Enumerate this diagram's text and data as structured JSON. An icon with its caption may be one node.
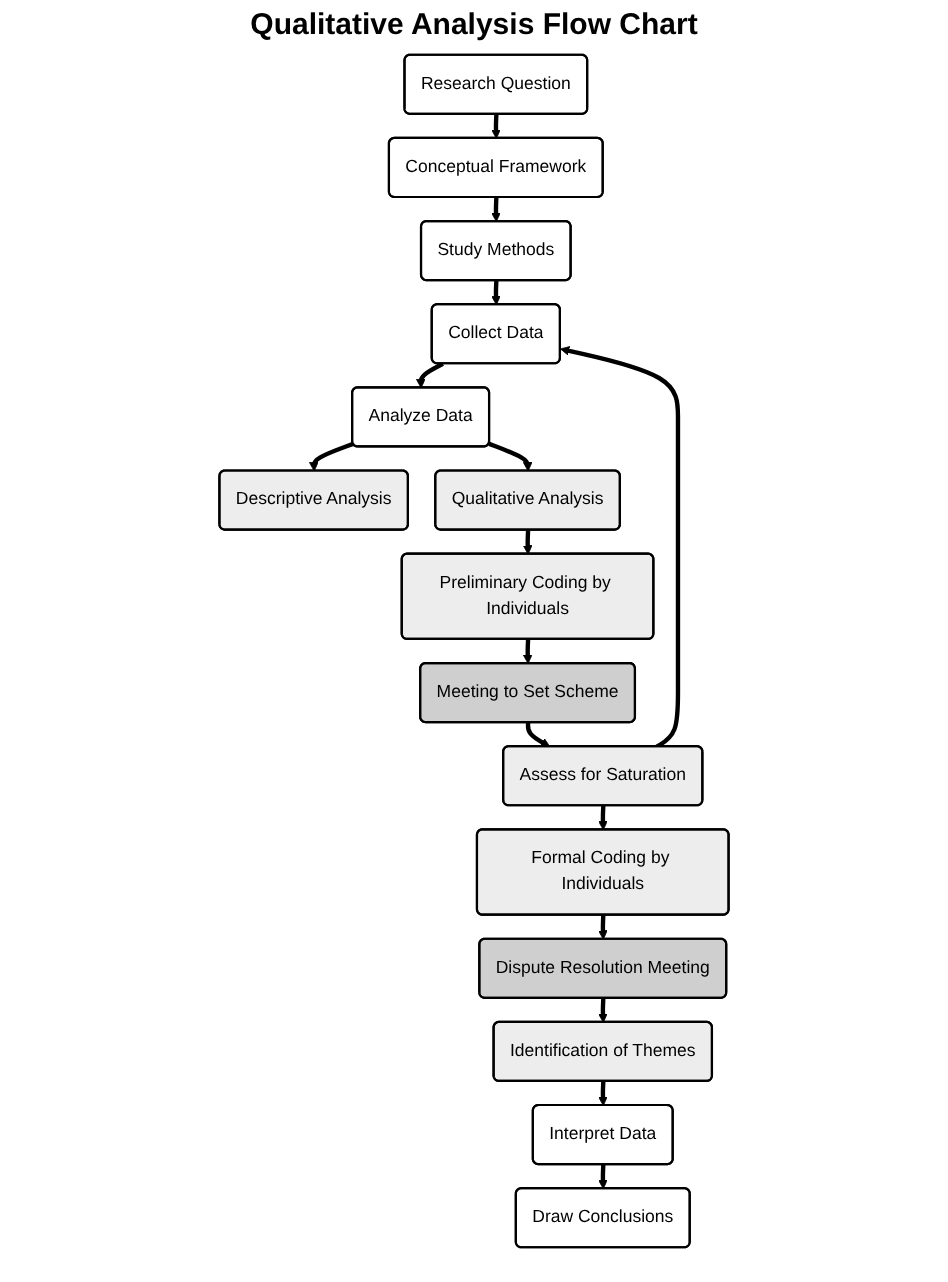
{
  "diagram": {
    "title": "Qualitative Analysis Flow Chart",
    "nodes": [
      {
        "text": [
          "Research Question"
        ]
      },
      {
        "text": [
          "Conceptual Framework"
        ]
      },
      {
        "text": [
          "Study Methods"
        ]
      },
      {
        "text": [
          "Collect Data"
        ]
      },
      {
        "text": [
          "Descriptive Analysis"
        ]
      },
      {
        "text": [
          "Analyze Data"
        ]
      },
      {
        "text": [
          "Qualitative Analysis"
        ]
      },
      {
        "text": [
          "Preliminary Coding by Individuals"
        ]
      },
      {
        "text": [
          "Meeting to Set Scheme"
        ]
      },
      {
        "text": [
          "Assess for Saturation"
        ]
      },
      {
        "text": [
          "Formal Coding by Individuals"
        ]
      },
      {
        "text": [
          "Dispute Resolution Meeting"
        ]
      },
      {
        "text": [
          "Identification of Themes"
        ]
      },
      {
        "text": [
          "Interpret Data"
        ]
      },
      {
        "text": [
          "Draw Conclusions"
        ]
      }
    ],
    "edges": [
      {
        "from": 0,
        "to": 1,
        "arrow": "to"
      },
      {
        "from": 1,
        "to": 2,
        "arrow": "to"
      },
      {
        "from": 2,
        "to": 3,
        "arrow": "to"
      },
      {
        "from": 3,
        "to": 5,
        "arrow": "to"
      },
      {
        "from": 5,
        "to": 4,
        "arrow": "to"
      },
      {
        "from": 5,
        "to": 6,
        "arrow": "to"
      },
      {
        "from": 6,
        "to": 7,
        "arrow": "to"
      },
      {
        "from": 7,
        "to": 8,
        "arrow": "to"
      },
      {
        "from": 8,
        "to": 9,
        "arrow": "to"
      },
      {
        "from": 9,
        "to": 3,
        "arrow": "to"
      },
      {
        "from": 9,
        "to": 10,
        "arrow": "to"
      },
      {
        "from": 10,
        "to": 11,
        "arrow": "to"
      },
      {
        "from": 11,
        "to": 12,
        "arrow": "to"
      },
      {
        "from": 12,
        "to": 13,
        "arrow": "to"
      },
      {
        "from": 13,
        "to": 14,
        "arrow": "to"
      }
    ]
  }
}
